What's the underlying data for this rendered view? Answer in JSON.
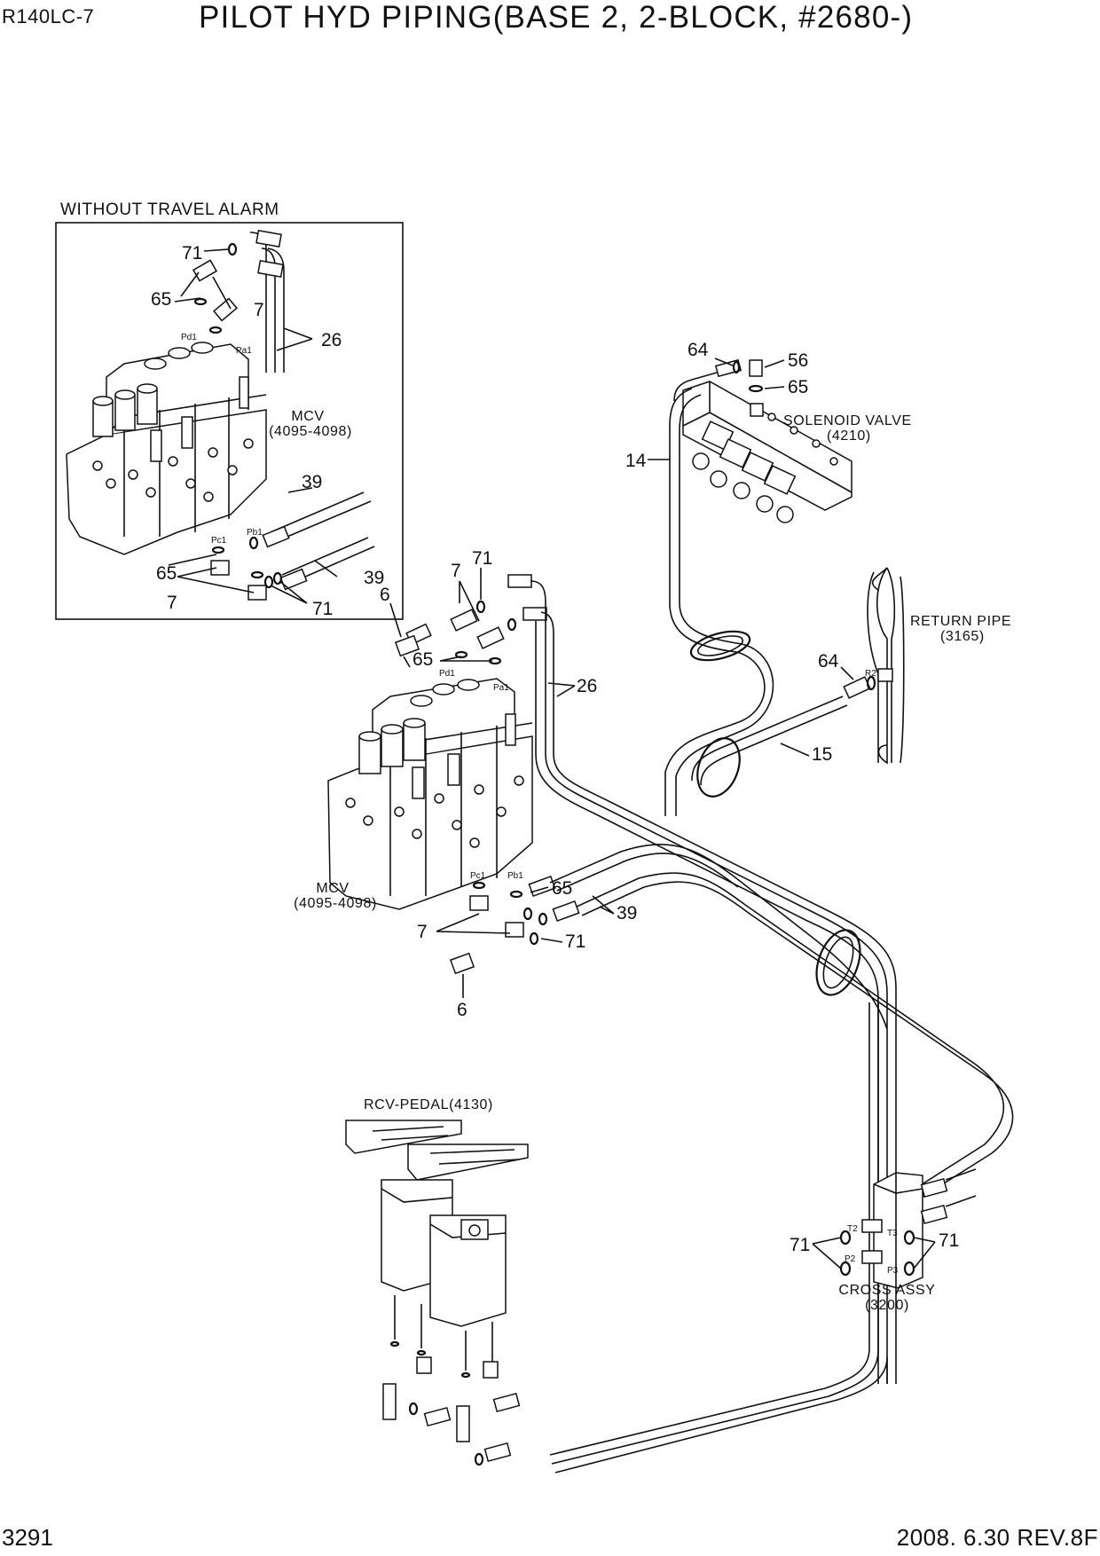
{
  "header": {
    "model": "R140LC-7",
    "title": "PILOT HYD PIPING(BASE 2, 2-BLOCK, #2680-)"
  },
  "footer": {
    "page": "3291",
    "date_rev": "2008. 6.30  REV.8F"
  },
  "inset": {
    "title": "WITHOUT TRAVEL ALARM",
    "mcv_label": "MCV",
    "mcv_range": "(4095-4098)",
    "ports": {
      "pd1": "Pd1",
      "pa1": "Pa1",
      "pc1": "Pc1",
      "pb1": "Pb1"
    },
    "callouts": {
      "c71a": "71",
      "c65a": "65",
      "c7a": "7",
      "c26": "26",
      "c39a": "39",
      "c39b": "39",
      "c65b": "65",
      "c7b": "7",
      "c71b": "71"
    }
  },
  "main": {
    "solenoid_label": "SOLENOID VALVE",
    "solenoid_ref": "(4210)",
    "return_label": "RETURN PIPE",
    "return_ref": "(3165)",
    "mcv_label": "MCV",
    "mcv_range": "(4095-4098)",
    "rcv_label": "RCV-PEDAL(4130)",
    "cross_label": "CROSS ASSY",
    "cross_ref": "(3200)",
    "ports": {
      "pd1": "Pd1",
      "pa1": "Pa1",
      "pc1": "Pc1",
      "pb1": "Pb1",
      "r2": "R2",
      "t2": "T2",
      "t3": "T3",
      "p2": "P2",
      "p3": "P3"
    },
    "callouts": {
      "c64a": "64",
      "c56": "56",
      "c65s": "65",
      "c14": "14",
      "c6a": "6",
      "c7a": "7",
      "c71a": "71",
      "c65a": "65",
      "c26": "26",
      "c64b": "64",
      "c15": "15",
      "c65b": "65",
      "c39": "39",
      "c7b": "7",
      "c71b": "71",
      "c6b": "6",
      "c71c": "71",
      "c71d": "71"
    }
  },
  "colors": {
    "ink": "#111111",
    "paper": "#ffffff"
  }
}
